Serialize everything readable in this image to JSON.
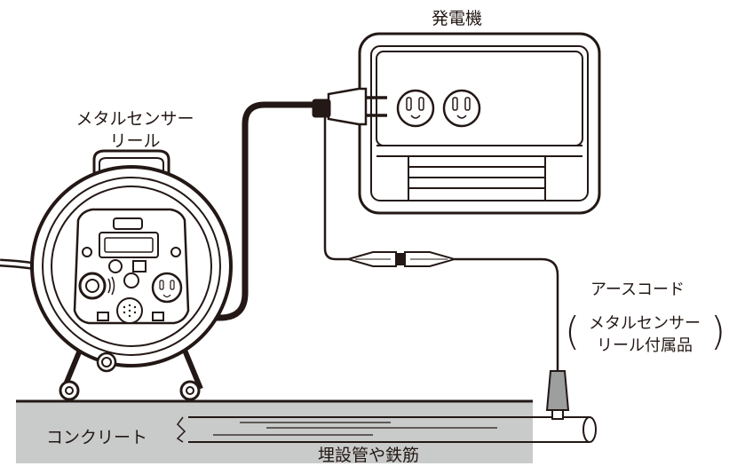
{
  "labels": {
    "generator": "発電機",
    "reel_line1": "メタルセンサー",
    "reel_line2": "リール",
    "earth_cord": "アースコード",
    "attach_line1": "メタルセンサー",
    "attach_line2": "リール付属品",
    "paren_open": "(",
    "paren_close": ")",
    "concrete": "コンクリート",
    "pipe": "埋設管や鉄筋"
  },
  "colors": {
    "line": "#231815",
    "ground": "#c9caca",
    "white": "#ffffff"
  }
}
